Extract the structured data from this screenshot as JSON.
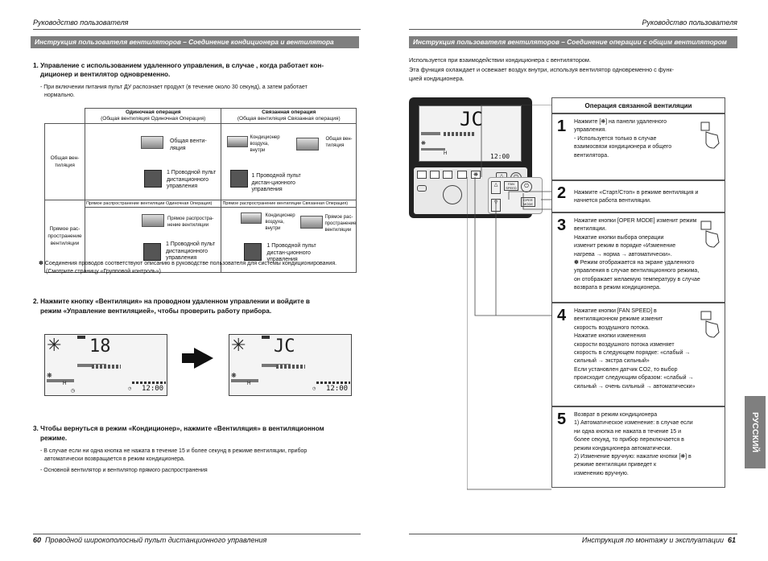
{
  "header_left": "Руководство пользователя",
  "header_right": "Руководство пользователя",
  "left": {
    "bar": "Инструкция пользователя вентиляторов – Соединение кондиционера и вентилятора",
    "s1_title": "1. Управление с использованием удаленного управления, в случае , когда работает кон-",
    "s1_title2": "диционер и вентилятор одновременно.",
    "s1_note": "- При включении питания пульт ДУ распознает продукт (в течение около 30 секунд), а затем работает",
    "s1_note2": "нормально.",
    "table": {
      "col1": "Одиночная операция",
      "col1sub": "(Общая вентиляция Одиночная Операция)",
      "col2": "Связанная операция",
      "col2sub": "(Общая вентиляция Связанная операция)",
      "row1": "Общая вен-тиляция",
      "row2": "Прямое рас-пространение вентиляции",
      "r1c1_label": "Общая венти-ляция",
      "r1c1_remote": "1 Проводной пульт дистанционного управления",
      "r1c2_label1": "Кондиционер воздуха, внутри",
      "r1c2_label2": "Общая вен-тиляция",
      "r1c2_remote": "1 Проводной пульт дистан-ционного управления",
      "r2c1_head": "Прямое распространение вентиляции Одиночная Операция)",
      "r2c2_head": "Прямое распространение вентиляции Связанная Операция)",
      "r2c1_label": "Прямое распростра-нение вентиляции",
      "r2c1_remote": "1 Проводной пульт дистанционного управления",
      "r2c2_label1": "Кондиционер воздуха, внутри",
      "r2c2_label2": "Прямое рас-пространение вентиляции",
      "r2c2_remote": "1 Проводной пульт дистан-ционного управления"
    },
    "footnote": "✽ Соединения проводов соответствуют описанию в руководстве пользователя для системы кондиционирования.",
    "footnote2": "(Смотрите страницу «Групповой контроль»)",
    "s2_title": "2. Нажмите кнопку «Вентиляция» на проводном удаленном управлении и войдите в",
    "s2_title2": "режим «Управление вентиляцией», чтобы проверить работу прибора.",
    "lcd1": "18",
    "lcd2": "JC",
    "lcd_clock": "12:00",
    "lcd_h": "H",
    "s3_title": "3. Чтобы вернуться в режим «Кондиционер», нажмите «Вентиляция» в вентиляционном",
    "s3_title2": "режиме.",
    "s3_n1": "- В случае если ни одна кнопка не нажата в течение 15 и более секунд в режиме вентиляции, прибор",
    "s3_n1b": "автоматически возвращается в режим кондиционера.",
    "s3_n2": "- Основной вентилятор и вентилятор прямого распространения",
    "footer_num": "60",
    "footer": "Проводной широкополосный пульт дистанционного управления"
  },
  "right": {
    "bar": "Инструкция пользователя вентиляторов – Соединение операции с общим вентилятором",
    "intro1": "Используется при взаимодействии кондиционера с вентилятором.",
    "intro2": "Эта функция охлаждает и освежает воздух внутри, используя вентилятор одновременно с функ-",
    "intro3": "цией кондиционера.",
    "panel_title": "Операция связанной вентиляции",
    "steps": [
      {
        "n": "1",
        "lines": [
          "Нажмите [❋] на панели удаленного",
          "управления.",
          "- Используется только в случае",
          "  взаимосвязи кондиционера и общего",
          "  вентилятора."
        ]
      },
      {
        "n": "2",
        "lines": [
          "Нажмите «Старт/Стоп» в режиме вентиляция и",
          "начнется работа вентиляции."
        ]
      },
      {
        "n": "3",
        "lines": [
          "Нажатие кнопки [OPER MODE] изменит режим",
          "вентиляции.",
          "Нажатие кнопки выбора операции",
          "изменит режим в порядке «Изменение",
          "нагрева → норма → автоматически».",
          "✽ Режим отображается на экране удаленного",
          "  управления в случае вентиляционного режима,",
          "  он отображает желаемую температуру в случае",
          "  возврата в режим кондиционера."
        ]
      },
      {
        "n": "4",
        "lines": [
          "Нажатие кнопки [FAN SPEED] в",
          "вентиляционном режиме изменит",
          "скорость воздушного потока.",
          "Нажатие кнопки изменения",
          "скорости воздушного потока изменяет",
          "скорость в следующем порядке: «слабый →",
          "сильный → экстра сильный»",
          "Если установлен датчик CO2, то выбор",
          "происходит следующим образом: «слабый →",
          "сильный → очень сильный → автоматически»"
        ]
      },
      {
        "n": "5",
        "lines": [
          "Возврат в режим кондиционера",
          "1) Автоматическое изменение: в случае если",
          "   ни одна кнопка не нажата в течение 15 и",
          "   более секунд, то прибор переключается в",
          "   режим кондиционера автоматически.",
          "2) Изменение вручную: нажатие кнопки [❋] в",
          "   режиме вентиляции приведет к",
          "   изменению вручную."
        ]
      }
    ],
    "lang_tab": "РУССКИЙ",
    "footer": "Инструкция по монтажу и эксплуатации",
    "footer_num": "61"
  }
}
